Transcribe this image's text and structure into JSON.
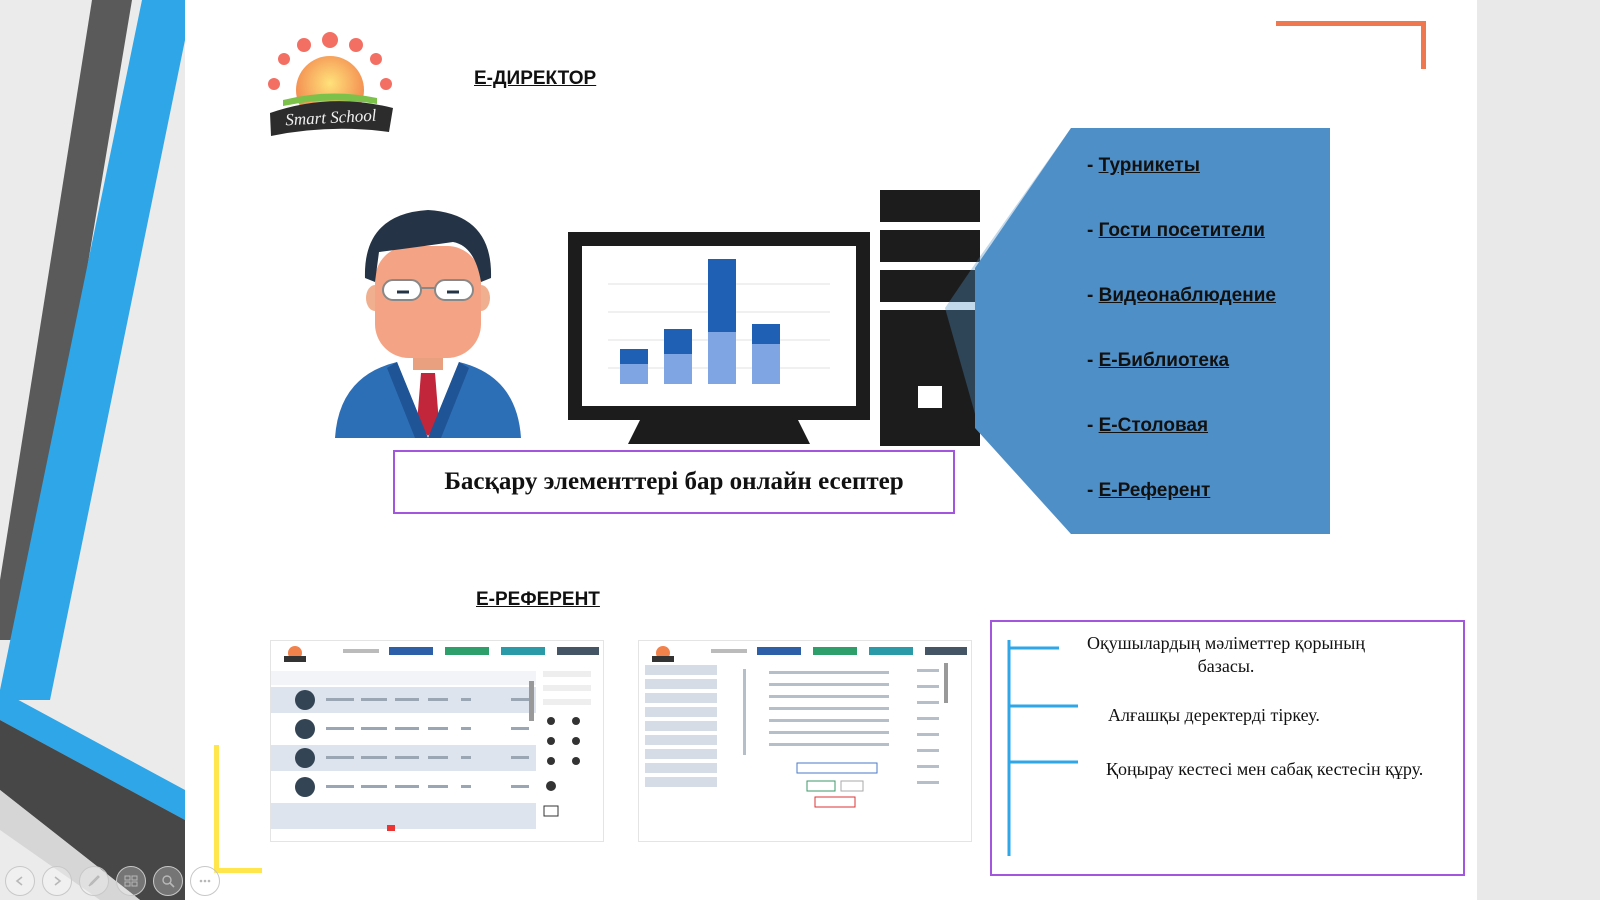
{
  "logo": {
    "text": "Smart School"
  },
  "director": {
    "heading": "Е-ДИРЕКТОР",
    "caption": "Басқару элементтері бар онлайн есептер",
    "chart_data": {
      "type": "bar",
      "values": [
        [
          35,
          20
        ],
        [
          55,
          30
        ],
        [
          125,
          52
        ],
        [
          60,
          40
        ]
      ]
    },
    "modules": [
      "Турникеты",
      "Гости посетители",
      "Видеонаблюдение",
      "Е-Библиотека",
      "Е-Столовая",
      "Е-Референт"
    ]
  },
  "referent": {
    "heading": "Е-РЕФЕРЕНТ",
    "features": [
      "Оқушылардың мәліметтер қорының базасы.",
      "Алғашқы деректерді тіркеу.",
      "Қоңырау кестесі мен сабақ кестесін құру."
    ]
  },
  "colors": {
    "accent_blue": "#2ea6e8",
    "panel_blue": "#4f8fc7",
    "orange": "#f07850",
    "purple": "#a455dd",
    "yellow": "#ffe64d"
  }
}
